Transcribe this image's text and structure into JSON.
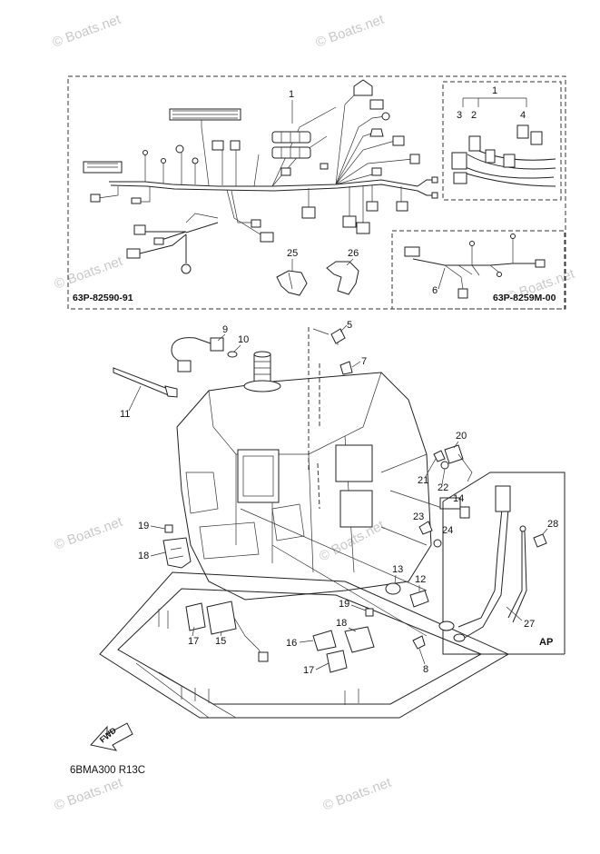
{
  "watermarks": [
    "© Boats.net",
    "© Boats.net",
    "© Boats.net",
    "© Boats.net",
    "© Boats.net",
    "© Boats.net",
    "© Boats.net",
    "© Boats.net"
  ],
  "box_codes": {
    "main_harness": "63P-82590-91",
    "sub_harness": "63P-8259M-00"
  },
  "callouts": {
    "c1a": "1",
    "c1b": "1",
    "c2": "2",
    "c3": "3",
    "c4": "4",
    "c25": "25",
    "c26": "26",
    "c6": "6",
    "c9": "9",
    "c10": "10",
    "c5": "5",
    "c7": "7",
    "c11": "11",
    "c20": "20",
    "c21": "21",
    "c22": "22",
    "c14": "14",
    "c23": "23",
    "c24": "24",
    "c19a": "19",
    "c18a": "18",
    "c28": "28",
    "c13": "13",
    "c12": "12",
    "c19b": "19",
    "c18b": "18",
    "c27": "27",
    "c17a": "17",
    "c15": "15",
    "c16": "16",
    "c17b": "17",
    "c8": "8"
  },
  "ap_label": "AP",
  "fwd_label": "FWD",
  "diagram_code": "6BMA300 R13C"
}
